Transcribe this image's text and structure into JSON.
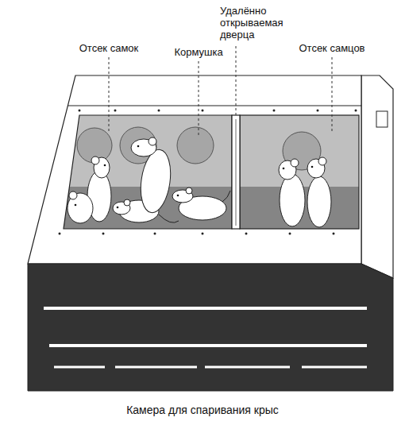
{
  "diagram": {
    "caption": "Камера для спаривания крыс",
    "labels": [
      "Отсек самок",
      "Кормушка",
      "Удалённо открываемая дверца",
      "Отсек самцов"
    ]
  }
}
